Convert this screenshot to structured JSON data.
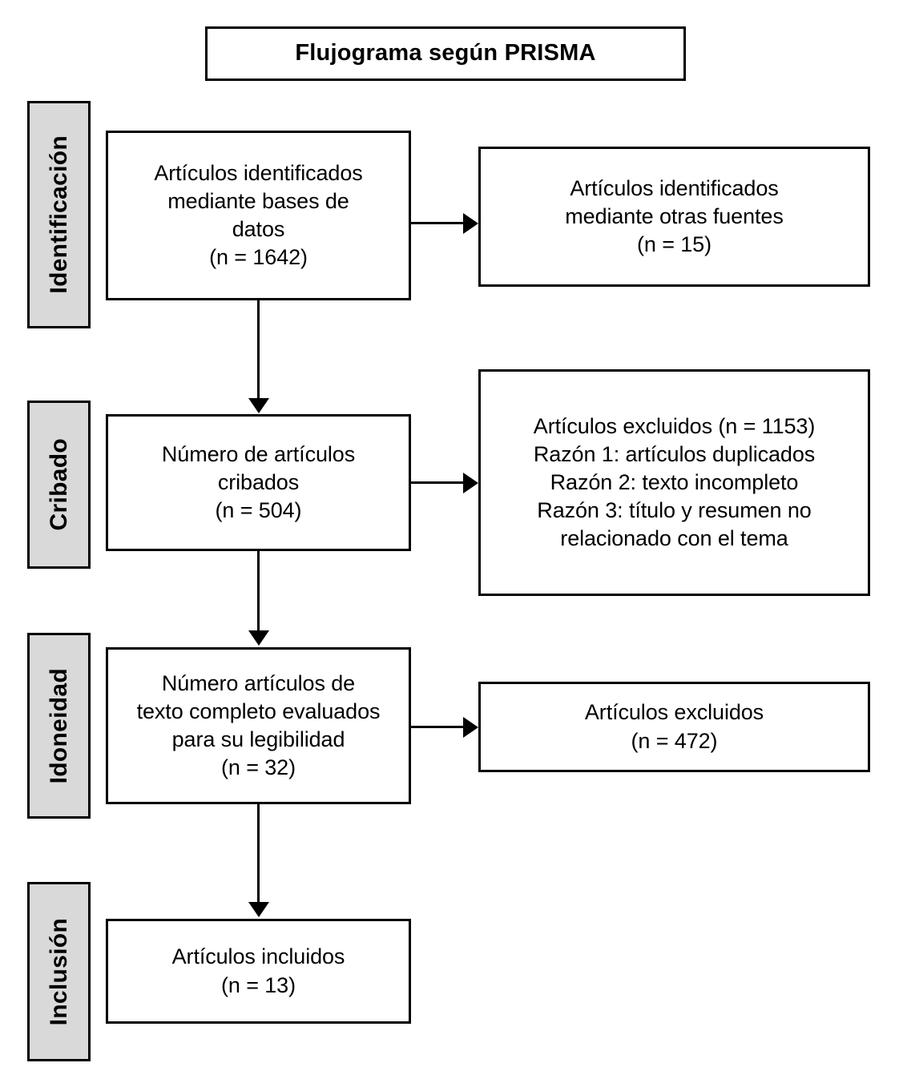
{
  "title": {
    "text": "Flujograma según PRISMA"
  },
  "stages": [
    {
      "label": "Identificación"
    },
    {
      "label": "Cribado"
    },
    {
      "label": "Idoneidad"
    },
    {
      "label": "Inclusión"
    }
  ],
  "main_boxes": [
    {
      "text": "Artículos identificados\nmediante bases de\ndatos\n(n = 1642)",
      "n": 1642
    },
    {
      "text": "Número de artículos\ncribados\n(n = 504)",
      "n": 504
    },
    {
      "text": "Número artículos de\ntexto completo evaluados\npara su legibilidad\n(n = 32)",
      "n": 32
    },
    {
      "text": "Artículos incluidos\n(n = 13)",
      "n": 13
    }
  ],
  "side_boxes": [
    {
      "text": "Artículos identificados\nmediante otras fuentes\n(n = 15)",
      "n": 15
    },
    {
      "text": "Artículos excluidos (n = 1153)\nRazón 1: artículos duplicados\nRazón 2: texto incompleto\nRazón 3: título y resumen no\nrelacionado con el tema",
      "n": 1153
    },
    {
      "text": "Artículos excluidos\n(n = 472)",
      "n": 472
    }
  ],
  "colors": {
    "stage_fill": "#d9d9d9",
    "border": "#000000",
    "background": "#ffffff"
  }
}
